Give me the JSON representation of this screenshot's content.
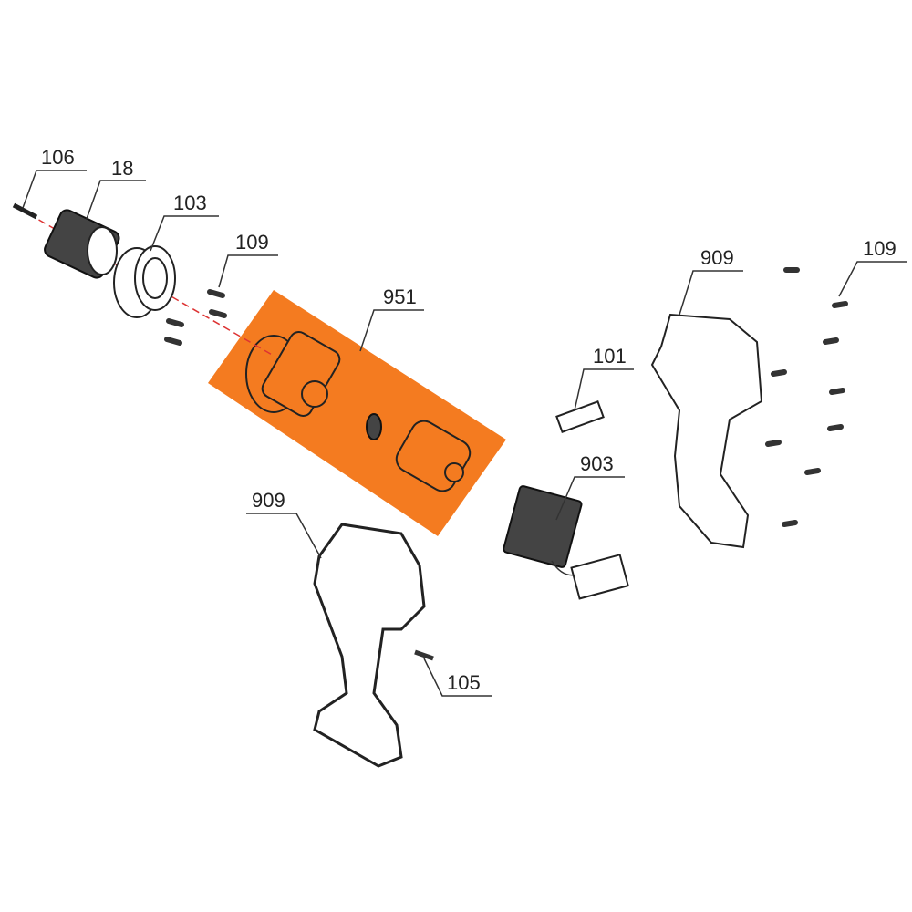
{
  "diagram": {
    "highlight_color": "#F47B20",
    "callouts": [
      {
        "id": "c106",
        "label": "106"
      },
      {
        "id": "c18",
        "label": "18"
      },
      {
        "id": "c103",
        "label": "103"
      },
      {
        "id": "c109a",
        "label": "109"
      },
      {
        "id": "c951",
        "label": "951"
      },
      {
        "id": "c909a",
        "label": "909"
      },
      {
        "id": "c109b",
        "label": "109"
      },
      {
        "id": "c101",
        "label": "101"
      },
      {
        "id": "c903",
        "label": "903"
      },
      {
        "id": "c909b",
        "label": "909"
      },
      {
        "id": "c105",
        "label": "105"
      }
    ]
  }
}
